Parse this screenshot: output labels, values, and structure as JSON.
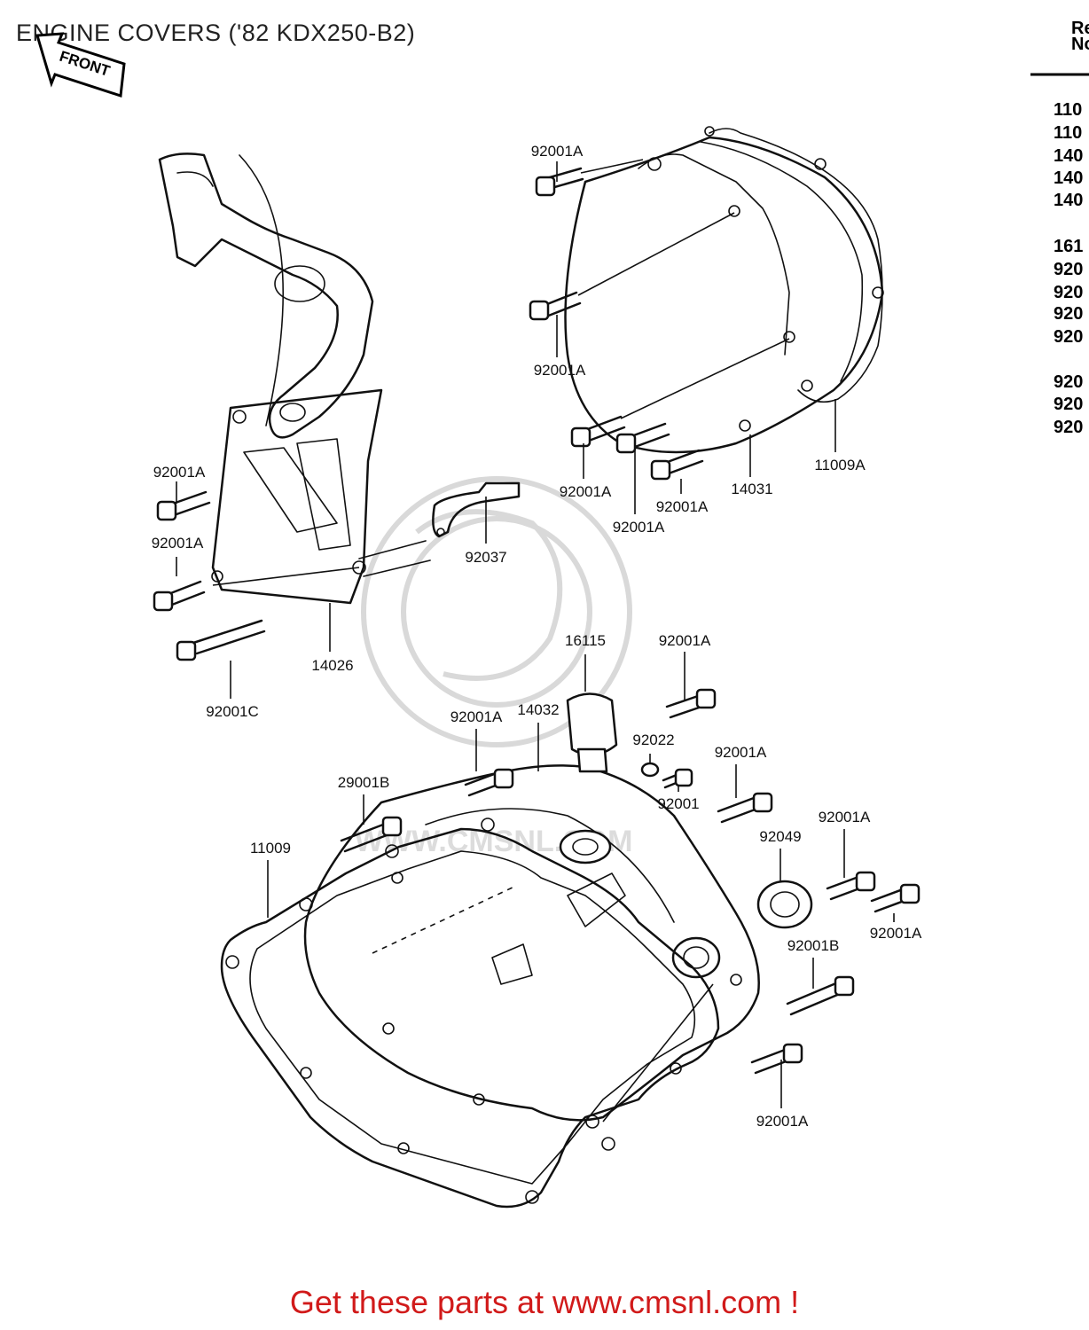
{
  "title": "ENGINE COVERS ('82 KDX250-B2)",
  "front_label": "FRONT",
  "footer": "Get these parts at www.cmsnl.com !",
  "watermark": {
    "text": "WWW.CMSNL.COM",
    "logo": "cmsnl-logo"
  },
  "reference_panel": {
    "header": [
      "Re",
      "No"
    ],
    "numbers": [
      "110",
      "110",
      "140",
      "140",
      "140",
      "161",
      "920",
      "920",
      "920",
      "920",
      "920",
      "920",
      "920"
    ]
  },
  "callouts": [
    {
      "id": "c1",
      "text": "92001A"
    },
    {
      "id": "c2",
      "text": "92001A"
    },
    {
      "id": "c3",
      "text": "11009A"
    },
    {
      "id": "c4",
      "text": "92001A"
    },
    {
      "id": "c5",
      "text": "14031"
    },
    {
      "id": "c6",
      "text": "92001A"
    },
    {
      "id": "c7",
      "text": "92001A"
    },
    {
      "id": "c8",
      "text": "92001A"
    },
    {
      "id": "c9",
      "text": "92001A"
    },
    {
      "id": "c10",
      "text": "92037"
    },
    {
      "id": "c11",
      "text": "14026"
    },
    {
      "id": "c12",
      "text": "92001C"
    },
    {
      "id": "c13",
      "text": "16115"
    },
    {
      "id": "c14",
      "text": "92001A"
    },
    {
      "id": "c15",
      "text": "14032"
    },
    {
      "id": "c16",
      "text": "92001A"
    },
    {
      "id": "c17",
      "text": "92022"
    },
    {
      "id": "c18",
      "text": "92001A"
    },
    {
      "id": "c19",
      "text": "29001B"
    },
    {
      "id": "c20",
      "text": "92001"
    },
    {
      "id": "c21",
      "text": "11009"
    },
    {
      "id": "c22",
      "text": "92049"
    },
    {
      "id": "c23",
      "text": "92001A"
    },
    {
      "id": "c24",
      "text": "92001A"
    },
    {
      "id": "c25",
      "text": "92001B"
    },
    {
      "id": "c26",
      "text": "92001A"
    }
  ]
}
